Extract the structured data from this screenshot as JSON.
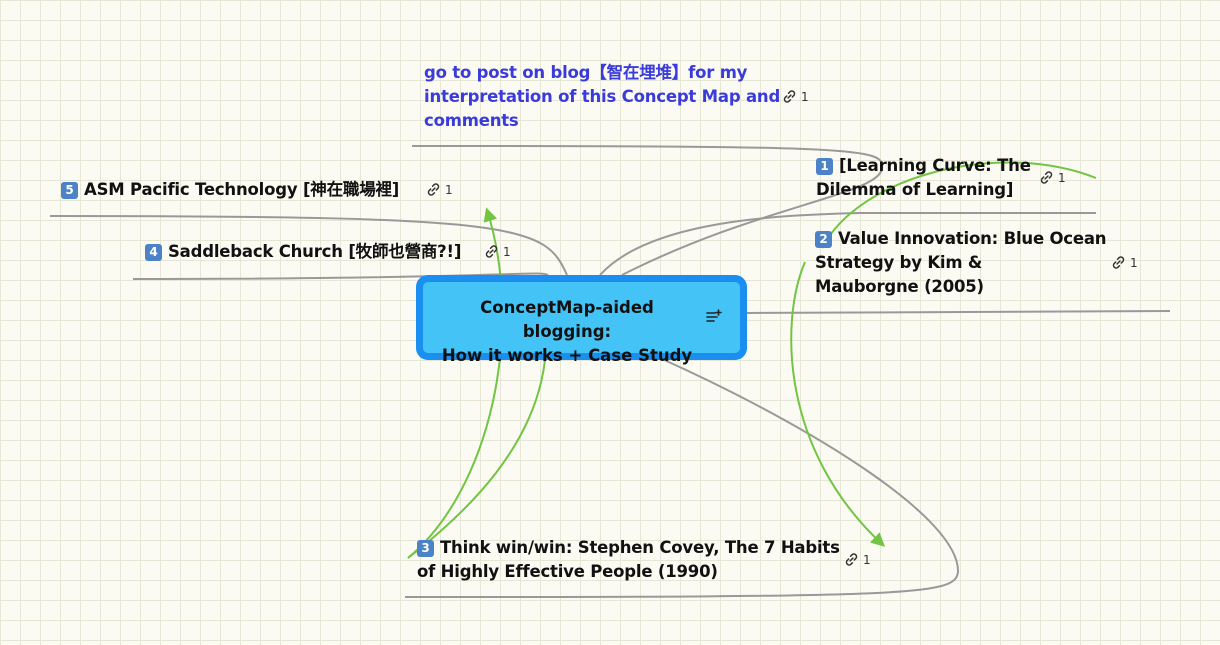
{
  "central": {
    "title_line1": "ConceptMap-aided blogging:",
    "title_line2": "How it works + Case Study",
    "notes_icon": "notes-icon"
  },
  "topics": {
    "blog_link": {
      "line1": "go to post on blog【智在埋堆】for my",
      "line2": "interpretation of this Concept Map and",
      "line3": "comments",
      "link_count": "1"
    },
    "t1": {
      "badge": "1",
      "line1": "[Learning Curve: The",
      "line2": "Dilemma of Learning]",
      "link_count": "1"
    },
    "t2": {
      "badge": "2",
      "line1": "Value Innovation: Blue Ocean",
      "line2": "Strategy by Kim &",
      "line3": "Mauborgne (2005)",
      "link_count": "1"
    },
    "t3": {
      "badge": "3",
      "line1": "Think win/win: Stephen Covey, The 7 Habits",
      "line2": "of Highly Effective People (1990)",
      "link_count": "1"
    },
    "t4": {
      "badge": "4",
      "line1": "Saddleback Church [牧師也營商?!]",
      "link_count": "1"
    },
    "t5": {
      "badge": "5",
      "line1": "ASM Pacific Technology [神在職場裡]",
      "link_count": "1"
    }
  },
  "colors": {
    "branch": "#999999",
    "relation": "#72c442",
    "central_fill": "#43c3f6",
    "central_border": "#1a8ff0",
    "link_text": "#3b3bd9",
    "badge": "#4e82c6"
  }
}
